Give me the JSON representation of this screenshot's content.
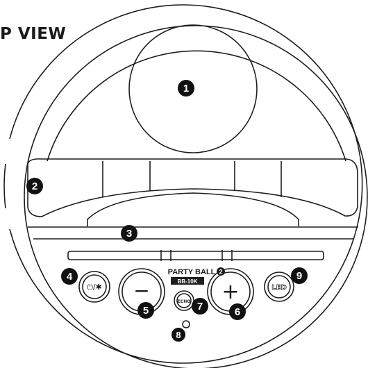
{
  "heading": "P VIEW",
  "brand": {
    "name": "PARTY BALL",
    "version_glyph": "2",
    "model": "BB-10K"
  },
  "button_glyphs": {
    "power_mode": "⏻/✱",
    "volume_down": "−",
    "volume_up": "+",
    "echo": "ECHO",
    "led": "LED"
  },
  "callouts": [
    {
      "id": "1",
      "part": "speaker-cone"
    },
    {
      "id": "2",
      "part": "handle"
    },
    {
      "id": "3",
      "part": "handle-grip"
    },
    {
      "id": "4",
      "part": "power-mode-button"
    },
    {
      "id": "5",
      "part": "volume-down-button"
    },
    {
      "id": "6",
      "part": "volume-up-button"
    },
    {
      "id": "7",
      "part": "echo-button"
    },
    {
      "id": "8",
      "part": "indicator-light"
    },
    {
      "id": "9",
      "part": "led-button"
    }
  ],
  "colors": {
    "line": "#1e1e1e",
    "callout_fill": "#111111",
    "callout_text": "#ffffff",
    "background": "#ffffff"
  }
}
